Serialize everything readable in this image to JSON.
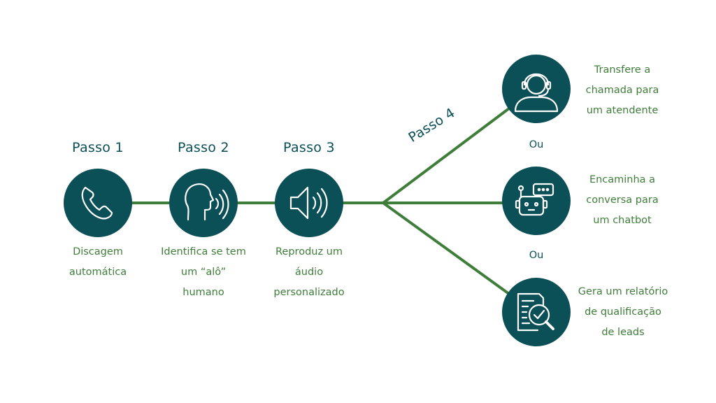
{
  "colors": {
    "circle": "#0b4f57",
    "line": "#3f7d3a",
    "title": "#0b4f57",
    "desc": "#3f7d3a"
  },
  "steps": [
    {
      "title": "Passo 1",
      "desc": [
        "Discagem",
        "automática"
      ],
      "icon": "phone-icon"
    },
    {
      "title": "Passo 2",
      "desc": [
        "Identifica se tem",
        "um “alô”",
        "humano"
      ],
      "icon": "speaking-head-icon"
    },
    {
      "title": "Passo 3",
      "desc": [
        "Reproduz um",
        "áudio",
        "personalizado"
      ],
      "icon": "speaker-icon"
    }
  ],
  "step4": {
    "title": "Passo 4"
  },
  "outcomes": [
    {
      "lines": [
        "Transfere a",
        "chamada para",
        "um atendente"
      ],
      "icon": "headset-agent-icon"
    },
    {
      "lines": [
        "Encaminha a",
        "conversa para",
        "um chatbot"
      ],
      "icon": "chatbot-icon"
    },
    {
      "lines": [
        "Gera um relatório",
        "de qualificação",
        "de leads"
      ],
      "icon": "report-search-icon"
    }
  ],
  "separators": [
    "Ou",
    "Ou"
  ]
}
